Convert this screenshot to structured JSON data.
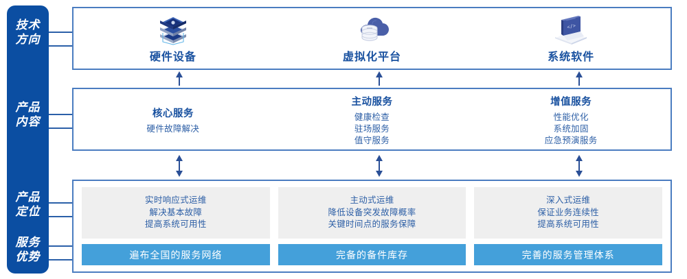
{
  "rail": {
    "labels": [
      {
        "name": "technology-direction",
        "lines": [
          "技术",
          "方向"
        ]
      },
      {
        "name": "product-content",
        "lines": [
          "产品",
          "内容"
        ]
      },
      {
        "name": "product-positioning",
        "lines": [
          "产品",
          "定位"
        ]
      },
      {
        "name": "service-advantage",
        "lines": [
          "服务",
          "优势"
        ]
      }
    ]
  },
  "technology": {
    "columns": [
      {
        "icon": "server-stack-icon",
        "title": "硬件设备"
      },
      {
        "icon": "cloud-database-icon",
        "title": "虚拟化平台"
      },
      {
        "icon": "laptop-code-icon",
        "title": "系统软件"
      }
    ]
  },
  "content": {
    "columns": [
      {
        "title": "核心服务",
        "items": [
          "硬件故障解决"
        ]
      },
      {
        "title": "主动服务",
        "items": [
          "健康检查",
          "驻场服务",
          "值守服务"
        ]
      },
      {
        "title": "增值服务",
        "items": [
          "性能优化",
          "系统加固",
          "应急预演服务"
        ]
      }
    ]
  },
  "bottom": {
    "columns": [
      {
        "positioning": [
          "实时响应式运维",
          "解决基本故障",
          "提高系统可用性"
        ],
        "advantage": "遍布全国的服务网络"
      },
      {
        "positioning": [
          "主动式运维",
          "降低设备突发故障概率",
          "关键时间点的服务保障"
        ],
        "advantage": "完备的备件库存"
      },
      {
        "positioning": [
          "深入式运维",
          "保证业务连续性",
          "提高系统可用性"
        ],
        "advantage": "完善的服务管理体系"
      }
    ]
  },
  "colors": {
    "rail_blue": "#0b4ea2",
    "panel_border": "#4a7cc0",
    "title_blue": "#1a52a0",
    "text_blue": "#2d5fa6",
    "advantage_blue": "#44a0da",
    "positioning_gray": "#efefef",
    "arrow_blue": "#2a4f96"
  }
}
